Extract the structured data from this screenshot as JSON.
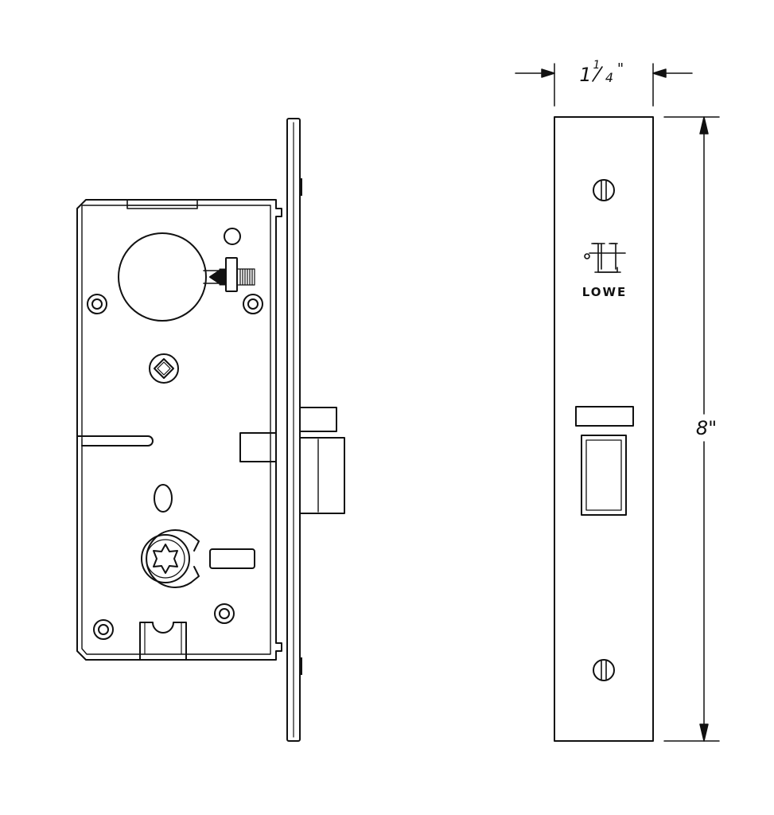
{
  "colors": {
    "line": "#111111",
    "background": "#ffffff"
  },
  "dimensions": {
    "width_whole": "1",
    "width_numerator": "1",
    "width_denominator": "4",
    "width_unit": "\"",
    "height": "8\""
  },
  "faceplate": {
    "brand": "LOWE",
    "monogram_icon": "lh-monogram-icon"
  }
}
